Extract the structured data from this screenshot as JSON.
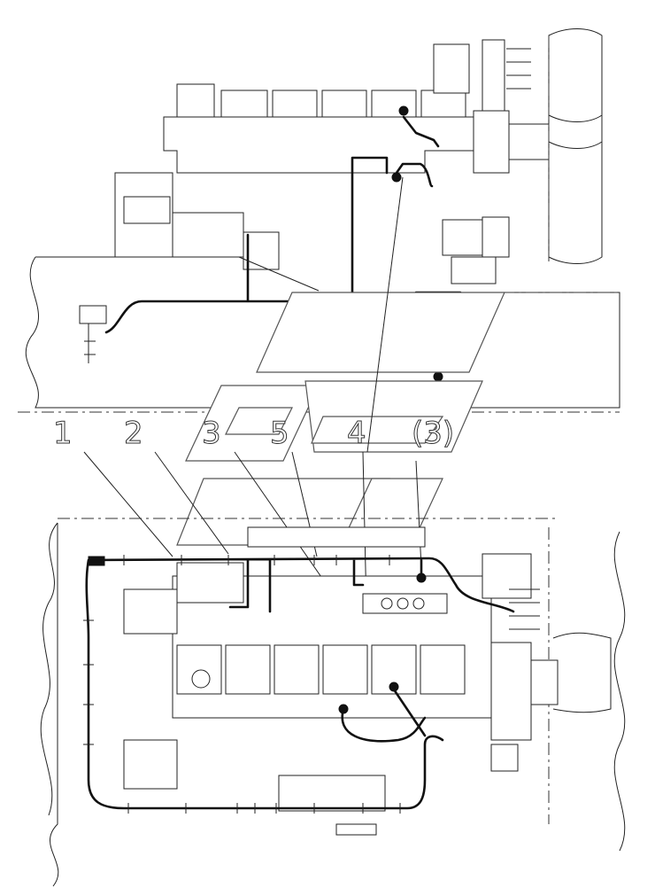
{
  "callouts": [
    {
      "id": "1",
      "label": "1"
    },
    {
      "id": "2",
      "label": "2"
    },
    {
      "id": "3",
      "label": "3"
    },
    {
      "id": "5",
      "label": "5"
    },
    {
      "id": "4",
      "label": "4"
    },
    {
      "id": "31",
      "label": "(3)"
    }
  ],
  "colors": {
    "line": "#222222",
    "harness": "#111111",
    "background": "#ffffff"
  }
}
